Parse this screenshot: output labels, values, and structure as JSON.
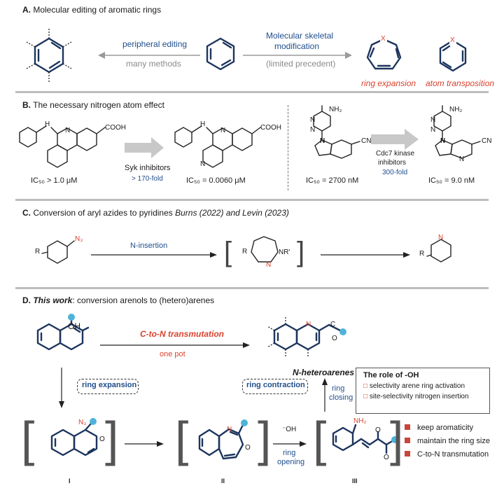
{
  "colors": {
    "navy": "#1c355e",
    "blue": "#1f4e8c",
    "red": "#d9422e",
    "gray": "#8a8a8a",
    "arrow_gray": "#9a9a9a",
    "ball": "#4fb3d9"
  },
  "section_a": {
    "letter": "A.",
    "title": "Molecular editing of aromatic rings",
    "peripheral": "peripheral editing",
    "many": "many methods",
    "skeletal_1": "Molecular skeletal",
    "skeletal_2": "modification",
    "limited": "(limited precedent)",
    "ring_expansion": "ring expansion",
    "atom_transposition": "atom transposition",
    "x": "X"
  },
  "section_b": {
    "letter": "B.",
    "title": "The necessary nitrogen atom effect",
    "syk": "Syk inhibitors",
    "syk_fold": "> 170-fold",
    "ic1": "IC₅₀ > 1.0 μM",
    "ic2": "IC₅₀ = 0.0060 μM",
    "cdc7_1": "Cdc7 kinase",
    "cdc7_2": "inhibitors",
    "cdc7_fold": "300-fold",
    "ic3": "IC₅₀ = 2700 nM",
    "ic4": "IC₅₀ = 9.0 nM",
    "cooh": "COOH",
    "h": "H",
    "n": "N",
    "nh2": "NH₂",
    "cn": "CN"
  },
  "section_c": {
    "letter": "C.",
    "title_plain": "Conversion of aryl azides to pyridines ",
    "title_italic": "Burns (2022) and Levin (2023)",
    "n_insertion": "N-insertion",
    "n3": "N₃",
    "r": "R",
    "nr": "NR'",
    "n": "N"
  },
  "section_d": {
    "letter": "D.",
    "this_work": "This work",
    "title_rest": ": conversion arenols to (hetero)arenes",
    "transmutation": "C-to-N transmutation",
    "one_pot": "one pot",
    "ring_expansion": "ring expansion",
    "ring_contraction": "ring contraction",
    "n_hetero": "N-heteroarenes",
    "ring_closing_1": "ring",
    "ring_closing_2": "closing",
    "ring_opening_1": "ring",
    "ring_opening_2": "opening",
    "oh_minus": "⁻OH",
    "oh": "OH",
    "nh2": "NH₂",
    "n3": "N₃",
    "o": "O",
    "n": "N",
    "c": "C",
    "role_title": "The role of -OH",
    "role_items": [
      "selectivity arene ring activation",
      "site-selectivity nitrogen insertion"
    ],
    "legend": [
      "keep aromaticity",
      "maintain the ring size",
      "C-to-N transmutation"
    ],
    "roman": [
      "I",
      "II",
      "III"
    ]
  }
}
